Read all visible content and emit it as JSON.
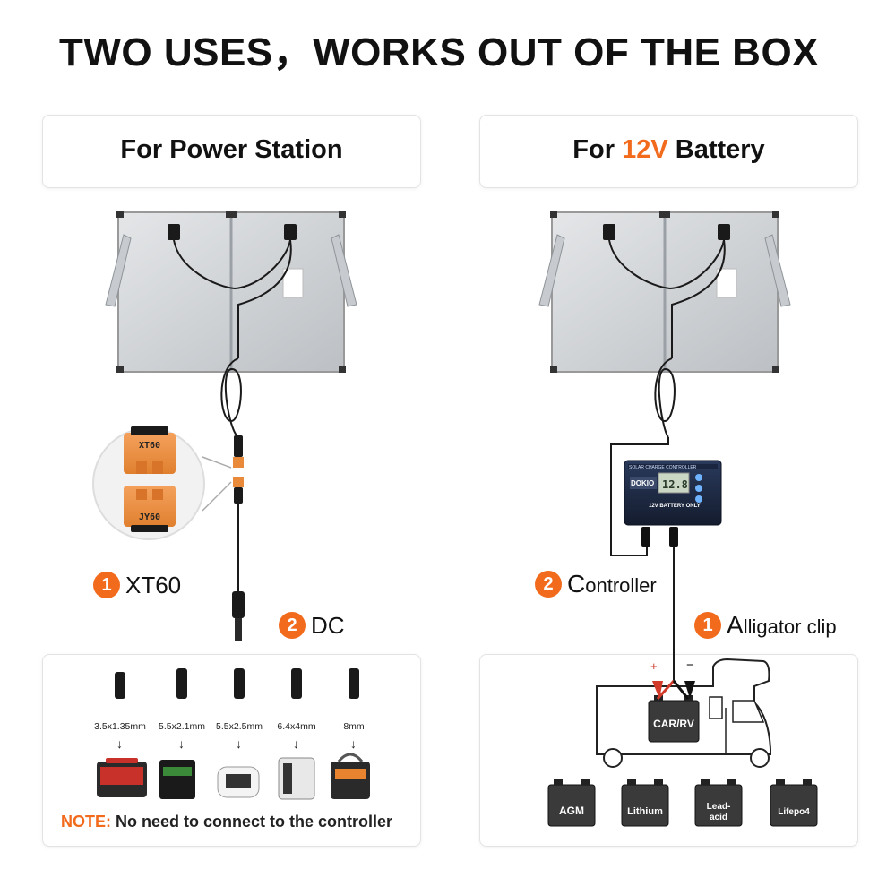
{
  "title": "TWO USES，WORKS OUT OF THE BOX",
  "left": {
    "header": "For Power Station",
    "connector_top": "XT60",
    "connector_bottom": "JY60",
    "step1": {
      "num": "1",
      "label": "XT60"
    },
    "step2": {
      "num": "2",
      "label": "DC"
    },
    "tips": [
      "3.5x1.35mm",
      "5.5x2.1mm",
      "5.5x2.5mm",
      "6.4x4mm",
      "8mm"
    ],
    "note_key": "NOTE:",
    "note_text": " No need to connect to the controller"
  },
  "right": {
    "header_pre": "For ",
    "header_accent": "12V",
    "header_post": " Battery",
    "controller_title": "SOLAR CHARGE CONTROLLER",
    "controller_brand": "DOKIO",
    "controller_screen": "12.8",
    "controller_note": "12V BATTERY ONLY",
    "step2": {
      "num": "2",
      "cap": "C",
      "rest": "ontroller"
    },
    "step1": {
      "num": "1",
      "cap": "A",
      "rest": "lligator clip"
    },
    "plus": "+",
    "minus": "−",
    "rv_battery": "CAR/RV",
    "batteries": [
      "AGM",
      "Lithium",
      "Lead-\nacid",
      "Lifepo4"
    ]
  },
  "colors": {
    "accent": "#f26b1d",
    "panel": "#cfd2d6",
    "controller": "#1e2a44"
  },
  "icons": [
    "solar-panel-icon",
    "cable-icon",
    "connector-icon",
    "dc-plug-icon",
    "power-station-icon",
    "charge-controller-icon",
    "rv-icon",
    "battery-icon"
  ]
}
